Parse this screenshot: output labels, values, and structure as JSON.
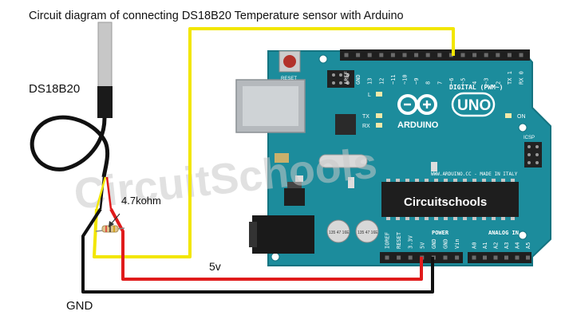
{
  "title": "Circuit diagram of connecting DS18B20 Temperature sensor with Arduino",
  "labels": {
    "sensor": "DS18B20",
    "resistor": "4.7kohm",
    "voltage": "5v",
    "ground": "GND"
  },
  "watermark": "CircuitSchools",
  "colors": {
    "board": "#1c8c9c",
    "wire_signal": "#f2e600",
    "wire_power": "#e01b1b",
    "wire_ground": "#111111"
  },
  "board": {
    "reset_label": "RESET",
    "uno_label": "UNO",
    "brand_label": "ARDUINO",
    "on_label": "ON",
    "icsp_label": "ICSP",
    "digital_label": "DIGITAL (PWM~)",
    "website": "WWW.ARDUINO.CC - MADE IN ITALY",
    "power_label": "POWER",
    "analog_label": "ANALOG IN",
    "tx_label": "TX",
    "rx_label": "RX",
    "led_l_label": "L",
    "chip_brand": "Circuitschools",
    "digital_pins": [
      "AREF",
      "GND",
      "13",
      "12",
      "~11",
      "~10",
      "~9",
      "8",
      "7",
      "~6",
      "~5",
      "4",
      "~3",
      "2",
      "TX 1",
      "RX 0"
    ],
    "power_pins": [
      "IOREF",
      "RESET",
      "3.3V",
      "5V",
      "GND",
      "GND",
      "Vin"
    ],
    "analog_pins": [
      "A0",
      "A1",
      "A2",
      "A3",
      "A4",
      "A5"
    ],
    "capacitor_text": "135 47 16E"
  }
}
